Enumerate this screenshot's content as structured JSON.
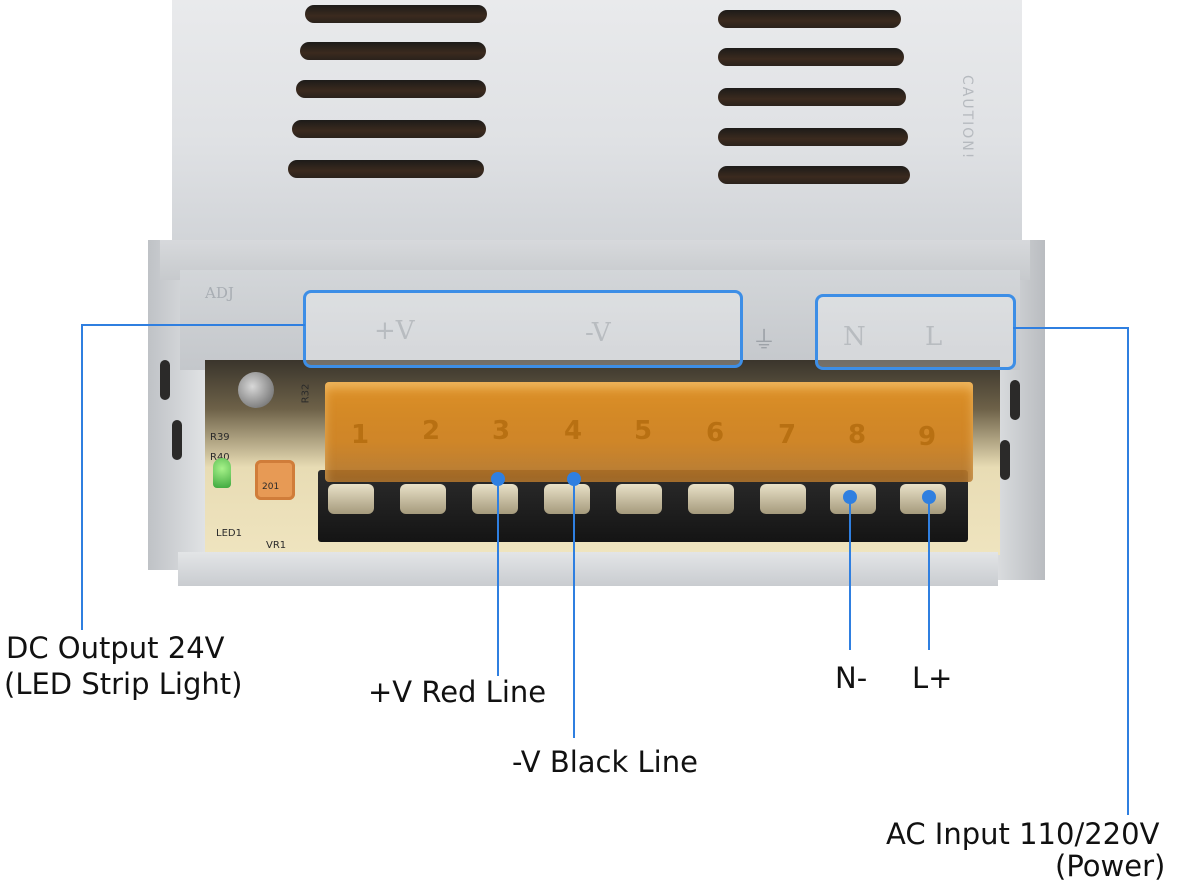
{
  "photo": {
    "cover_labels": {
      "plus_v": "+V",
      "minus_v": "-V",
      "n": "N",
      "l": "L",
      "adj": "ADJ",
      "caution": "CAUTION!"
    },
    "pcb_labels": {
      "r39": "R39",
      "r40": "R40",
      "led1": "LED1",
      "vr1": "VR1",
      "r32": "R32",
      "vr_code": "201"
    },
    "terminal_numbers": [
      "1",
      "2",
      "3",
      "4",
      "5",
      "6",
      "7",
      "8",
      "9"
    ]
  },
  "annotations": {
    "dc_output_line1": "DC Output 24V",
    "dc_output_line2": "(LED Strip Light)",
    "plus_v": "+V Red Line",
    "minus_v": "-V Black Line",
    "n_minus": "N-",
    "l_plus": "L+",
    "ac_input_line1": "AC Input 110/220V",
    "ac_input_line2": "(Power)"
  },
  "colors": {
    "callout": "#2f7fe0",
    "terminal_cover": "#e0962a",
    "background": "#ffffff"
  }
}
